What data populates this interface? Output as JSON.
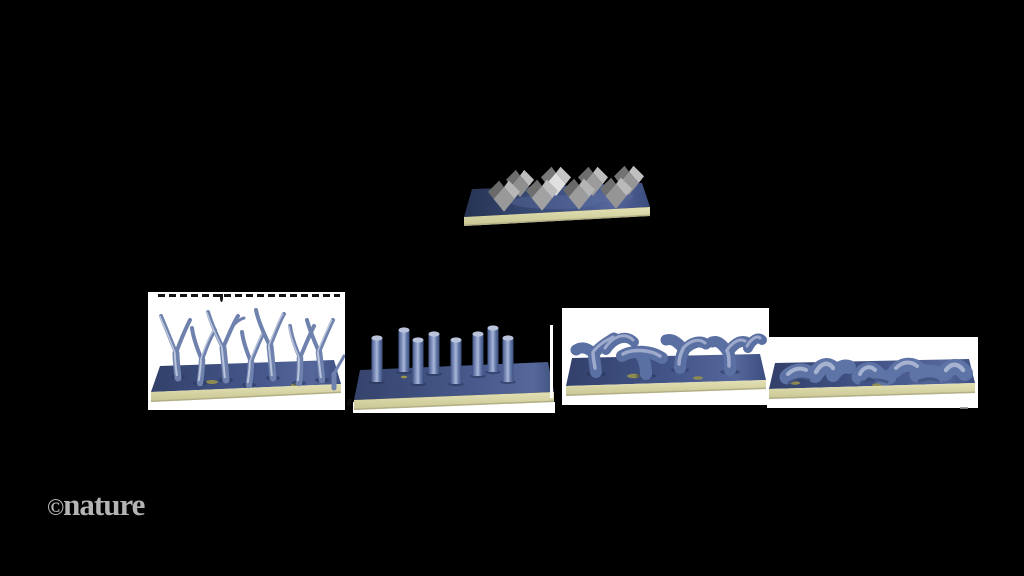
{
  "canvas": {
    "background": "#000000"
  },
  "watermark": {
    "symbol": "©",
    "name": "nature",
    "color": "#b4b4b4"
  },
  "palette": {
    "canvas_bg": "#000000",
    "panel_background": "#ffffff",
    "watermark_gray": "#b4b4b4",
    "film_blue_dark": "#2a3758",
    "film_blue": "#3f5184",
    "film_blue_light": "#5a6c9e",
    "substrate_cream": "#dcd9ab",
    "substrate_cream_shadow": "#cbc892",
    "structure_blue": "#6f82ad",
    "structure_blue_highlight": "#c3cce0",
    "structure_blue_shadow": "#33436e",
    "crystal_gray_bright": "#e0e0e0",
    "crystal_gray_light": "#bdbdbd",
    "crystal_gray": "#9c9c9c",
    "crystal_gray_dark": "#6e6e6e",
    "defect_olive": "#8e8b52"
  },
  "figures": {
    "top_center": {
      "name": "faceted-nanocrystal-array",
      "crystal_count": 8
    },
    "bottom_row": [
      {
        "name": "branched-nanospikes"
      },
      {
        "name": "vertical-nanopillars",
        "pillar_count": 8
      },
      {
        "name": "interconnected-nanonetwork"
      },
      {
        "name": "rounded-nanomounds"
      }
    ]
  }
}
